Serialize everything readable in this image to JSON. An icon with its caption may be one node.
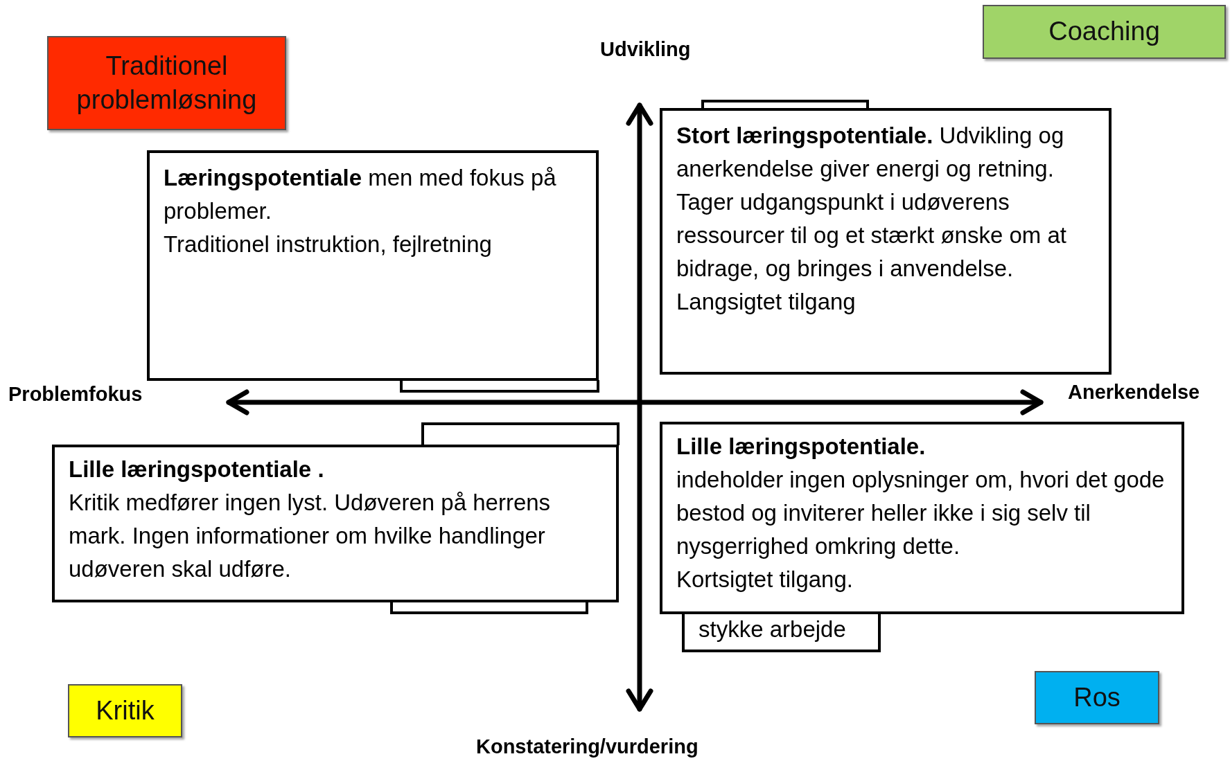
{
  "diagram": {
    "nodes": [
      {
        "text": [
          "Traditionel problemløsning"
        ]
      },
      {
        "text": [
          "Coaching"
        ]
      },
      {
        "text": [],
        "shape": "box"
      },
      {
        "text": [],
        "shape": "box"
      },
      {
        "text": [
          "**Læringspotentiale** men med fokus på problemer.",
          "Traditionel instruktion, fejlretning"
        ]
      },
      {
        "text": [
          "**Stort læringspotentiale.** Udvikling og anerkendelse giver energi og retning. Tager udgangspunkt i udøverens ressourcer til og et stærkt ønske om at bidrage, og bringes i anvendelse.",
          "Langsigtet tilgang"
        ]
      },
      {
        "text": [],
        "shape": "box"
      },
      {
        "text": [],
        "shape": "box"
      },
      {
        "text": [
          "stykke arbejde"
        ]
      },
      {
        "text": [
          "Lille læringspotentiale .",
          "Kritik medfører ingen lyst. Udøveren på herrens mark. Ingen informationer om hvilke handlinger udøveren skal udføre."
        ]
      },
      {
        "text": [
          "Lille læringspotentiale.",
          "indeholder ingen oplysninger om, hvori det gode bestod og inviterer heller ikke i sig selv til nysgerrighed omkring dette.",
          "Kortsigtet tilgang."
        ]
      },
      {
        "text": [
          "Kritik"
        ]
      },
      {
        "text": [
          "Ros"
        ]
      }
    ],
    "edges": [],
    "labels": [
      "Udvikling",
      "Problemfokus",
      "Anerkendelse",
      "Konstatering/vurdering"
    ]
  }
}
